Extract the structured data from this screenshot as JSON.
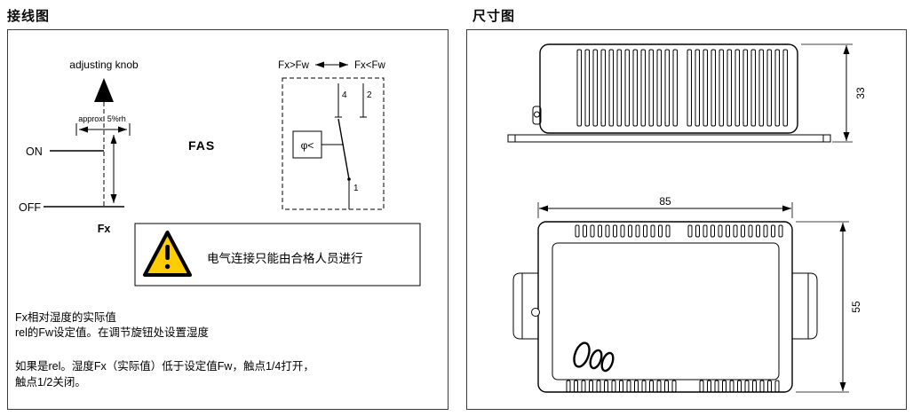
{
  "headings": {
    "wiring": "接线图",
    "dimensions": "尺寸图"
  },
  "wiring": {
    "adjusting_knob": "adjusting knob",
    "approx": "approx. 5%rh",
    "on": "ON",
    "off": "OFF",
    "fx": "Fx",
    "fas": "FAS",
    "cmp_left": "Fx>Fw",
    "cmp_right": "Fx<Fw",
    "terminal_top_left": "4",
    "terminal_top_right": "2",
    "terminal_bottom": "1",
    "sensor_symbol": "φ<",
    "warning": "电气连接只能由合格人员进行",
    "note1": "Fx相对湿度的实际值",
    "note2": "rel的Fw设定值。在调节旋钮处设置湿度",
    "note3": "如果是rel。湿度Fx（实际值）低于设定值Fw，触点1/4打开，",
    "note4": "触点1/2关闭。"
  },
  "dims": {
    "side_height": "33",
    "front_width": "85",
    "front_height": "55"
  },
  "colors": {
    "warning_yellow": "#ffcc00",
    "line": "#000000"
  }
}
